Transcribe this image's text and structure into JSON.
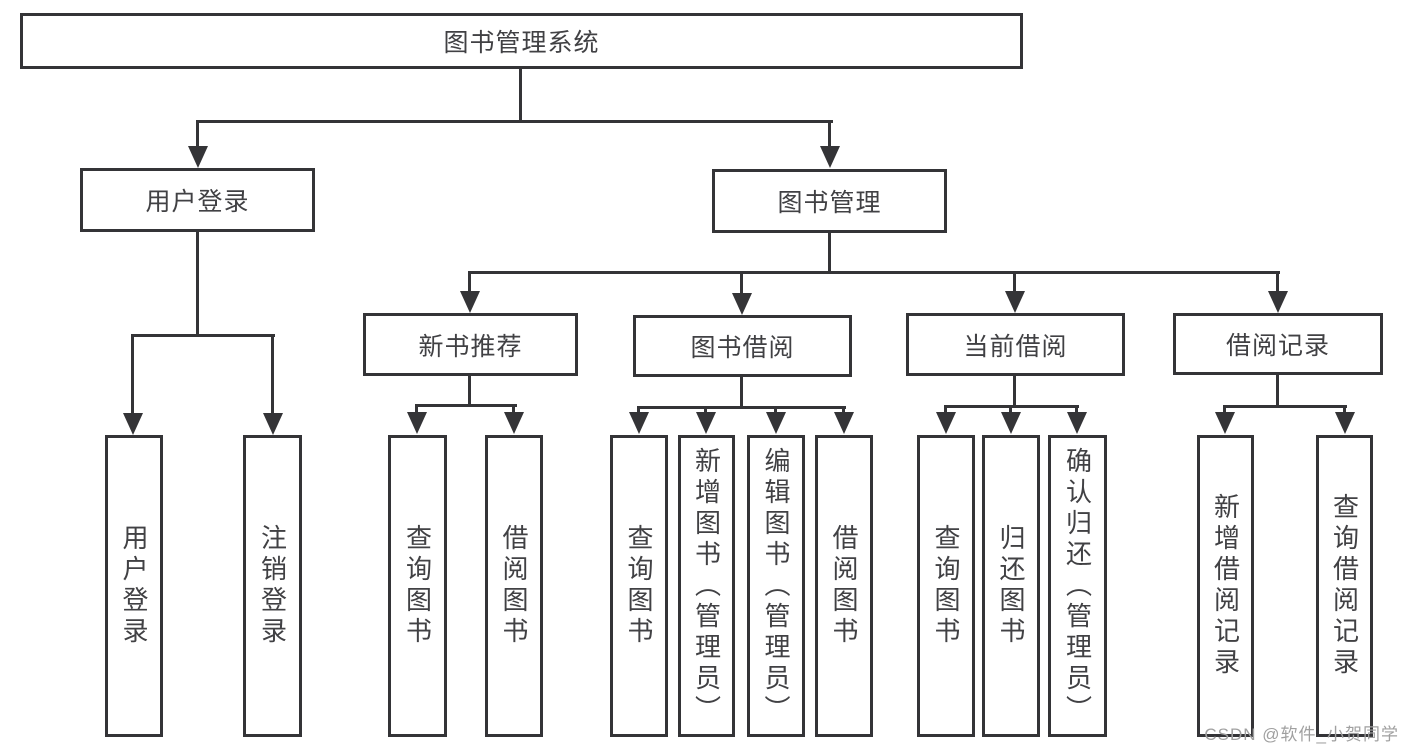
{
  "tree": {
    "label": "图书管理系统",
    "children": [
      {
        "label": "用户登录",
        "children": [
          {
            "label": "用户登录"
          },
          {
            "label": "注销登录"
          }
        ]
      },
      {
        "label": "图书管理",
        "children": [
          {
            "label": "新书推荐",
            "children": [
              {
                "label": "查询图书"
              },
              {
                "label": "借阅图书"
              }
            ]
          },
          {
            "label": "图书借阅",
            "children": [
              {
                "label": "查询图书"
              },
              {
                "label": "新增图书（管理员）"
              },
              {
                "label": "编辑图书（管理员）"
              },
              {
                "label": "借阅图书"
              }
            ]
          },
          {
            "label": "当前借阅",
            "children": [
              {
                "label": "查询图书"
              },
              {
                "label": "归还图书"
              },
              {
                "label": "确认归还（管理员）"
              }
            ]
          },
          {
            "label": "借阅记录",
            "children": [
              {
                "label": "新增借阅记录"
              },
              {
                "label": "查询借阅记录"
              }
            ]
          }
        ]
      }
    ]
  },
  "watermark": {
    "text": "CSDN @软件_小贺同学"
  },
  "colors": {
    "line": "#343437",
    "text": "#414144",
    "watermark": "#a0a0a0",
    "background": "#ffffff"
  }
}
